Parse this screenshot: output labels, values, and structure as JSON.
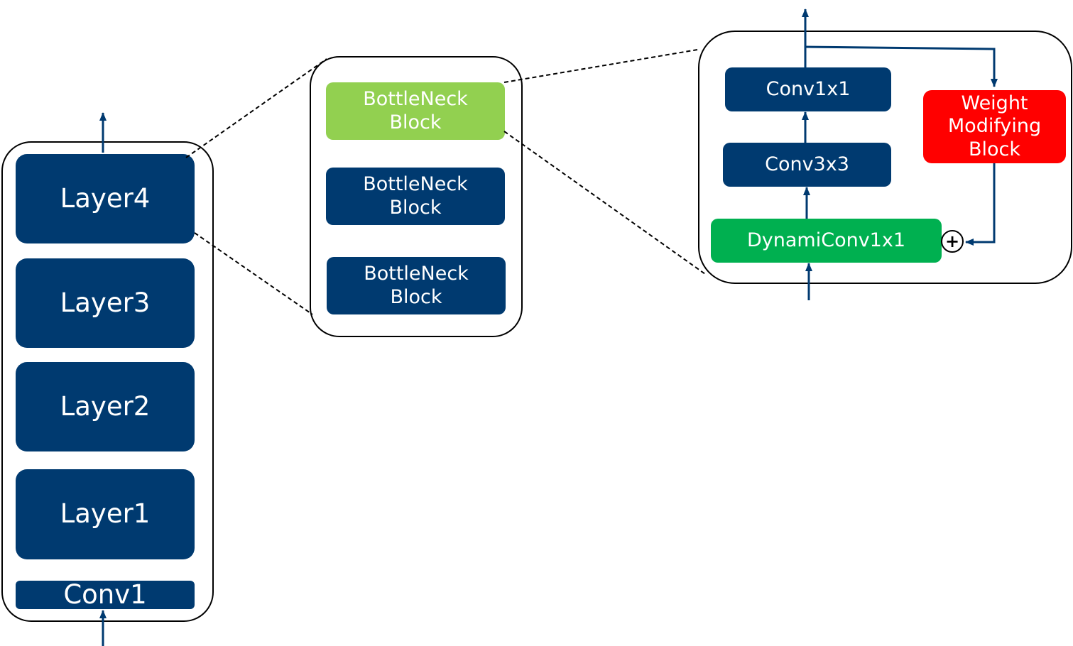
{
  "backbone": {
    "layers": [
      "Layer4",
      "Layer3",
      "Layer2",
      "Layer1"
    ],
    "stem": "Conv1"
  },
  "layer_detail": {
    "blocks": [
      {
        "label": "BottleNeck\nBlock",
        "color": "#92d050"
      },
      {
        "label": "BottleNeck\nBlock",
        "color": "#003a70"
      },
      {
        "label": "BottleNeck\nBlock",
        "color": "#003a70"
      }
    ]
  },
  "block_detail": {
    "conv1x1": "Conv1x1",
    "conv3x3": "Conv3x3",
    "dynamic_conv": "DynamiConv1x1",
    "weight_block": "Weight\nModifying\nBlock",
    "add_symbol": "+"
  },
  "colors": {
    "navy": "#003a70",
    "lime": "#92d050",
    "green": "#00b050",
    "red": "#ff0000"
  }
}
